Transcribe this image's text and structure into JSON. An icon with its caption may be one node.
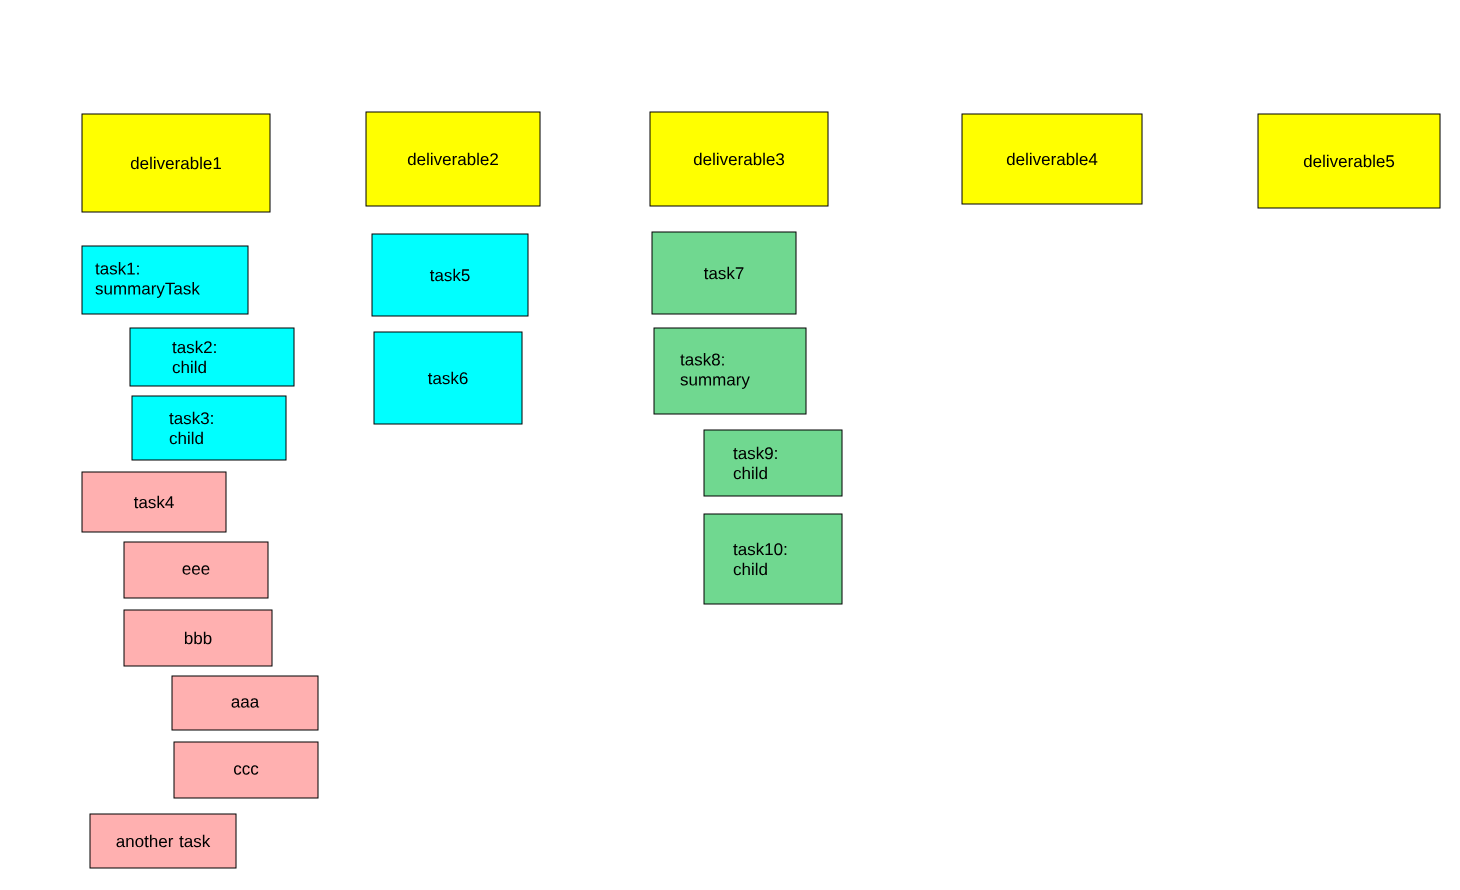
{
  "diagram": {
    "nodes": [
      {
        "text": [
          "deliverable1"
        ]
      },
      {
        "text": [
          "deliverable2"
        ]
      },
      {
        "text": [
          "deliverable3"
        ]
      },
      {
        "text": [
          "deliverable4"
        ]
      },
      {
        "text": [
          "deliverable5"
        ]
      },
      {
        "text": [
          "task1: summaryTask"
        ]
      },
      {
        "text": [
          "task2: child"
        ]
      },
      {
        "text": [
          "task3: child"
        ]
      },
      {
        "text": [
          "task4"
        ]
      },
      {
        "text": [
          "eee"
        ]
      },
      {
        "text": [
          "bbb"
        ]
      },
      {
        "text": [
          "aaa"
        ]
      },
      {
        "text": [
          "ccc"
        ]
      },
      {
        "text": [
          "another task"
        ]
      },
      {
        "text": [
          "task5"
        ]
      },
      {
        "text": [
          "task6"
        ]
      },
      {
        "text": [
          "task7"
        ]
      },
      {
        "text": [
          "task8: summary"
        ]
      },
      {
        "text": [
          "task9: child"
        ]
      },
      {
        "text": [
          "task10: child"
        ]
      }
    ]
  }
}
